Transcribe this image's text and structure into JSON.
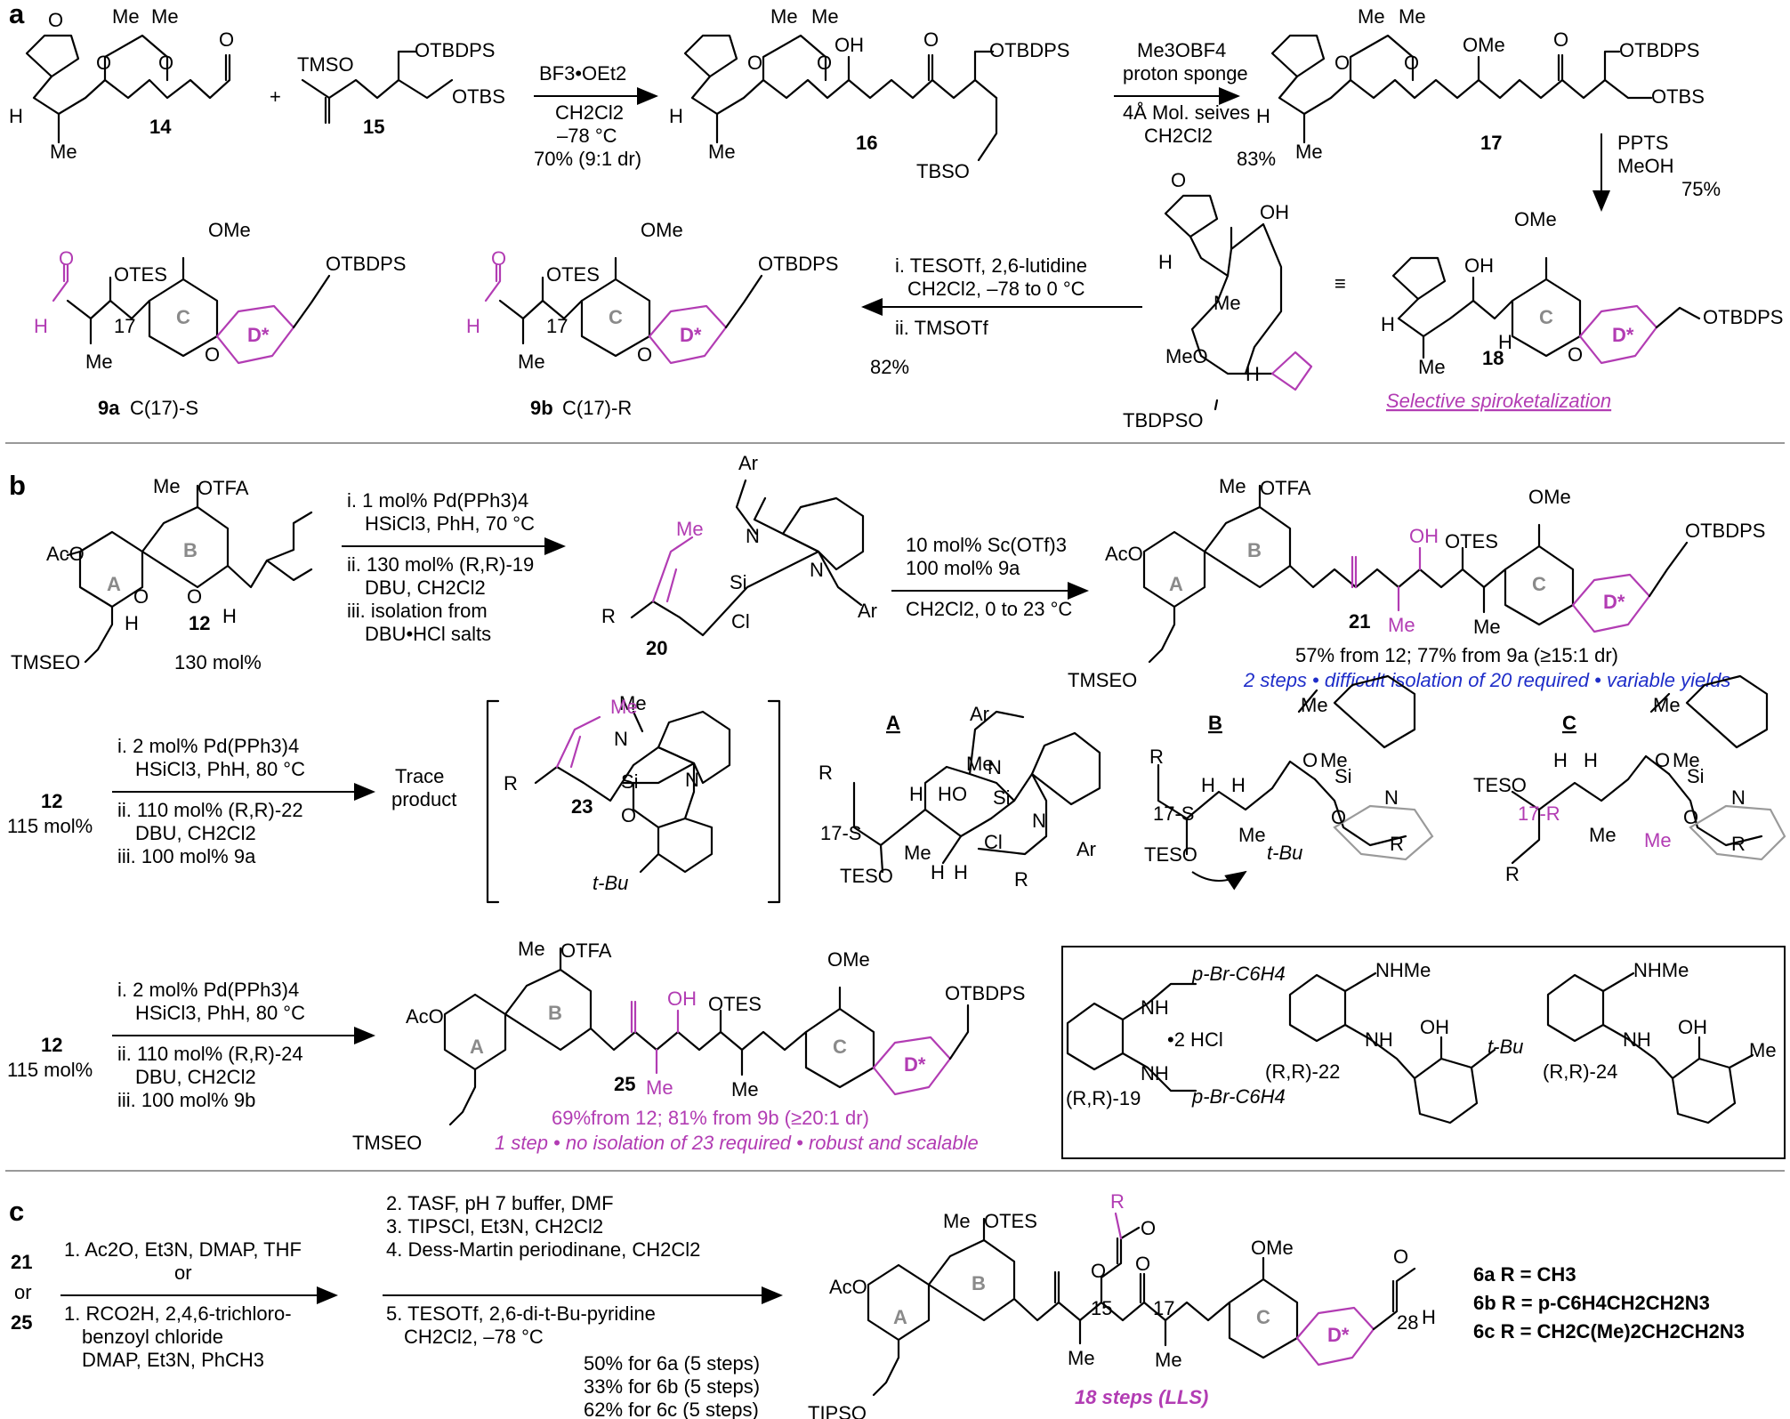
{
  "panels": {
    "a": "a",
    "b": "b",
    "c": "c"
  },
  "compounds": {
    "c14": "14",
    "c15": "15",
    "c16": "16",
    "c17": "17",
    "c18": "18",
    "c9a": "9a",
    "c9b": "9b",
    "c12": "12",
    "c20": "20",
    "c21": "21",
    "c23": "23",
    "c25": "25",
    "c12b": "12",
    "c12c": "12",
    "c21c": "21",
    "c25c": "25",
    "lab9a": "C(17)-S",
    "lab9b": "C(17)-R"
  },
  "groups": {
    "tmso": "TMSO",
    "otbdps": "OTBDPS",
    "otbs": "OTBS",
    "tbso": "TBSO",
    "oh": "OH",
    "ome": "OMe",
    "me": "Me",
    "h": "H",
    "o": "O",
    "otes": "OTES",
    "otfa": "OTFA",
    "aco": "AcO",
    "tmseo2c": "TMSEO",
    "tipso2c": "TIPSO",
    "tbdpso": "TBDPSO",
    "meo": "MeO",
    "tes_o": "TESO",
    "ar": "Ar",
    "rab": "R",
    "rcd": "R",
    "si": "Si",
    "n": "N",
    "cl": "Cl",
    "tbu": "t-Bu",
    "nhme": "NHMe",
    "nh": "NH",
    "pbr": "p-Br-C6H4",
    "two_hcl": "•2 HCl",
    "r": "R",
    "n17": "17",
    "n15": "15",
    "n28": "28"
  },
  "rings": {
    "A": "A",
    "B": "B",
    "C": "C",
    "Dstar": "D*"
  },
  "conditions": {
    "a1": [
      "BF3•OEt2",
      "CH2Cl2",
      "–78 °C",
      "70% (9:1 dr)"
    ],
    "a2": [
      "Me3OBF4",
      "proton sponge",
      "4Å Mol. seives",
      "CH2Cl2",
      "83%"
    ],
    "a3": [
      "PPTS",
      "MeOH",
      "75%"
    ],
    "a4": [
      "i. TESOTf, 2,6-lutidine",
      "CH2Cl2, –78 to 0 °C",
      "ii. TMSOTf",
      "82%"
    ],
    "b1": [
      "i. 1 mol% Pd(PPh3)4",
      "HSiCl3, PhH, 70 °C",
      "ii. 130 mol% (R,R)-19",
      "DBU, CH2Cl2",
      "iii. isolation from",
      "DBU•HCl salts"
    ],
    "b2": [
      "10 mol% Sc(OTf)3",
      "100 mol% 9a",
      "CH2Cl2, 0 to 23 °C"
    ],
    "b3": [
      "i. 2 mol% Pd(PPh3)4",
      "HSiCl3, PhH, 80 °C",
      "ii. 110 mol% (R,R)-22",
      "DBU, CH2Cl2",
      "iii. 100 mol% 9a"
    ],
    "b4": [
      "i. 2 mol% Pd(PPh3)4",
      "HSiCl3, PhH, 80 °C",
      "ii. 110 mol% (R,R)-24",
      "DBU, CH2Cl2",
      "iii. 100 mol% 9b"
    ],
    "c1": [
      "1. Ac2O, Et3N, DMAP, THF",
      "or",
      "1. RCO2H, 2,4,6-trichloro-",
      "benzoyl chloride",
      "DMAP, Et3N, PhCH3"
    ],
    "c2": [
      "2. TASF, pH 7 buffer, DMF",
      "3. TIPSCl, Et3N, CH2Cl2",
      "4. Dess-Martin periodinane, CH2Cl2",
      "5. TESOTf, 2,6-di-t-Bu-pyridine",
      "CH2Cl2, –78 °C",
      "50% for 6a (5 steps)",
      "33% for 6b (5 steps)",
      "62% for 6c (5 steps)"
    ]
  },
  "amounts": {
    "m130": "130 mol%",
    "m115a": "115 mol%",
    "m115b": "115 mol%",
    "or": "or"
  },
  "notes": {
    "selective": "Selective spiroketalization",
    "trace": [
      "Trace",
      "product"
    ],
    "yield21": "57% from 12; 77% from 9a (≥15:1 dr)",
    "note21": "2 steps • difficult isolation of 20 required • variable yields",
    "yield25": "69%from 12; 81% from 9b (≥20:1 dr)",
    "note25": "1 step • no isolation of 23 required • robust and scalable",
    "lls": "18 steps (LLS)",
    "tsA": "A",
    "tsB": "B",
    "tsC": "C",
    "s17": "17-S",
    "r17": "17-R",
    "l19": "(R,R)-19",
    "l22": "(R,R)-22",
    "l24": "(R,R)-24"
  },
  "products": {
    "p6a": "6a R = CH3",
    "p6b": "6b R = p-C6H4CH2CH2N3",
    "p6c": "6c R = CH2C(Me)2CH2CH2N3"
  }
}
